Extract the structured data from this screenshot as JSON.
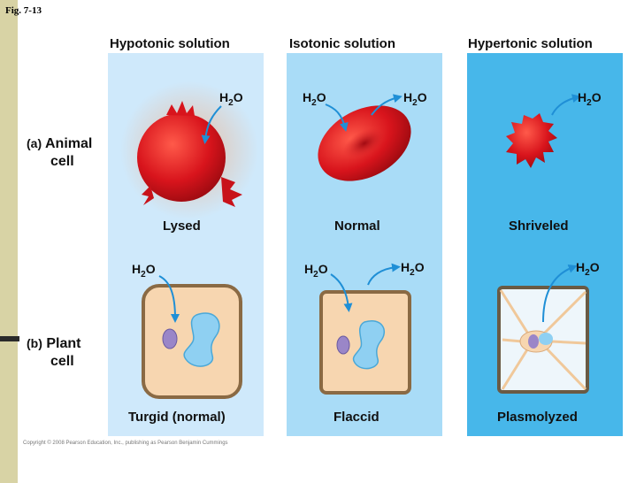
{
  "figure_label": "Fig. 7-13",
  "columns": {
    "hypotonic": "Hypotonic solution",
    "isotonic": "Isotonic solution",
    "hypertonic": "Hypertonic solution"
  },
  "rows": {
    "animal": {
      "letter": "(a)",
      "line1": "Animal",
      "line2": "cell"
    },
    "plant": {
      "letter": "(b)",
      "line1": "Plant",
      "line2": "cell"
    }
  },
  "captions": {
    "lysed": "Lysed",
    "normal": "Normal",
    "shriveled": "Shriveled",
    "turgid": "Turgid (normal)",
    "flaccid": "Flaccid",
    "plasmolyzed": "Plasmolyzed"
  },
  "water": {
    "base": "H",
    "sub": "2",
    "tail": "O"
  },
  "copyright": "Copyright © 2008 Pearson Education, Inc., publishing as Pearson Benjamin Cummings",
  "colors": {
    "hypotonic_bg": "#cfe9fb",
    "isotonic_bg": "#a9dcf7",
    "hypertonic_bg": "#47b7ea",
    "arrow": "#1f8fd6",
    "red_cell": "#d8141c",
    "plant_wall": "#8a6a44",
    "plant_cytoplasm": "#f7d6b0"
  }
}
